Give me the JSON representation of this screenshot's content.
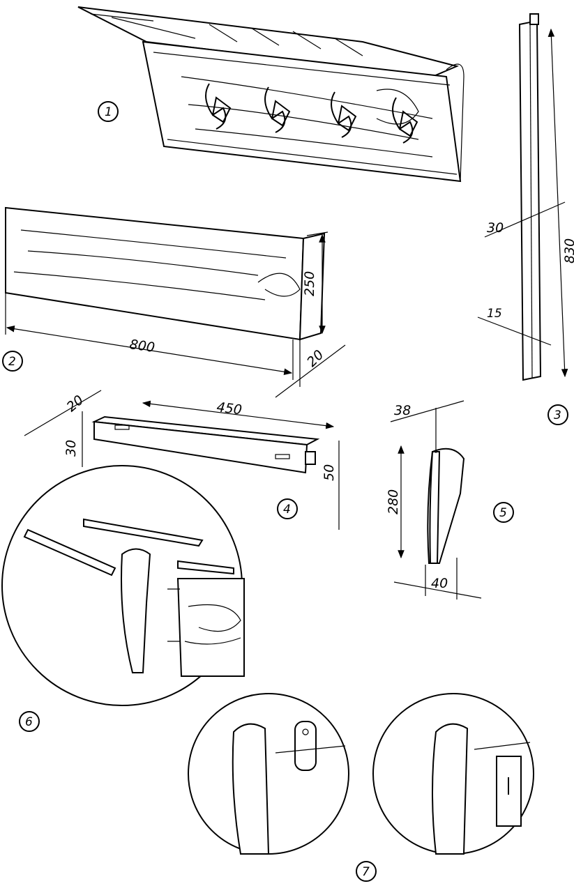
{
  "figure_labels": [
    "1",
    "2",
    "3",
    "4",
    "5",
    "6",
    "7"
  ],
  "dimensions": {
    "board_height": "250",
    "board_length": "800",
    "board_thickness": "20",
    "rail_width": "30",
    "rail_thickness": "15",
    "rail_length": "830",
    "bar_thickness": "20",
    "bar_offset": "30",
    "bar_length": "450",
    "bar_height": "50",
    "bracket_top": "38",
    "bracket_height": "280",
    "bracket_bottom": "40"
  }
}
